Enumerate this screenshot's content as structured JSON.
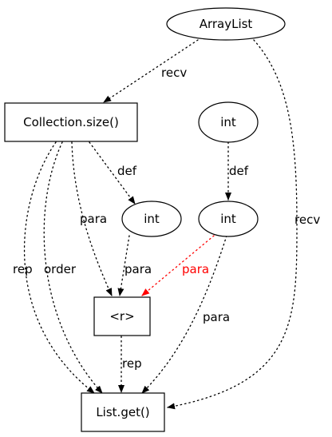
{
  "colors": {
    "default": "#000000",
    "highlight": "#ff0000"
  },
  "nodes": {
    "arraylist": {
      "label": "ArrayList",
      "shape": "ellipse"
    },
    "collection_size": {
      "label": "Collection.size()",
      "shape": "box"
    },
    "int_top": {
      "label": "int",
      "shape": "ellipse"
    },
    "int_def_left": {
      "label": "int",
      "shape": "ellipse"
    },
    "int_def_right": {
      "label": "int",
      "shape": "ellipse"
    },
    "r": {
      "label": "<r>",
      "shape": "box"
    },
    "list_get": {
      "label": "List.get()",
      "shape": "box"
    }
  },
  "edges": {
    "arraylist_to_collection": {
      "label": "recv",
      "highlight": false
    },
    "arraylist_to_listget": {
      "label": "recv",
      "highlight": false
    },
    "collection_to_int_left": {
      "label": "def",
      "highlight": false
    },
    "int_top_to_int_right": {
      "label": "def",
      "highlight": false
    },
    "collection_to_r": {
      "label": "para",
      "highlight": false
    },
    "collection_to_listget_rep": {
      "label": "rep",
      "highlight": false
    },
    "collection_to_listget_order": {
      "label": "order",
      "highlight": false
    },
    "int_left_to_r": {
      "label": "para",
      "highlight": false
    },
    "int_right_to_r": {
      "label": "para",
      "highlight": true
    },
    "int_right_to_listget": {
      "label": "para",
      "highlight": false
    },
    "r_to_listget": {
      "label": "rep",
      "highlight": false
    }
  }
}
